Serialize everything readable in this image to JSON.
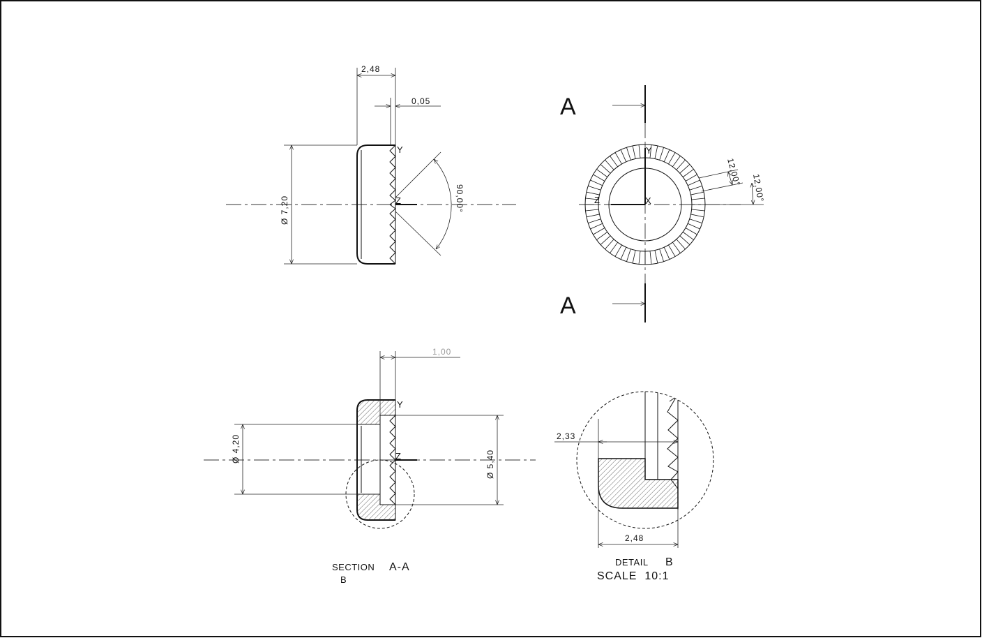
{
  "top_view": {
    "dim_width": "2,48",
    "dim_offset": "0,05",
    "dim_diameter": "Ø 7,20",
    "dim_angle": "90,00°",
    "axis_y": "Y",
    "axis_z": "Z"
  },
  "front_view": {
    "section_mark_top": "A",
    "section_mark_bottom": "A",
    "dim_angle_1": "12,00°",
    "dim_angle_2": "12,00°",
    "axis_y": "Y",
    "axis_z": "Z",
    "axis_x": "X"
  },
  "section_view": {
    "dim_depth": "1,00",
    "dim_inner_diameter": "Ø 4,20",
    "dim_outer_diameter": "Ø 5,40",
    "axis_y": "Y",
    "axis_z": "Z",
    "title_prefix": "SECTION",
    "title_name": "A-A",
    "detail_ref": "B"
  },
  "detail_view": {
    "dim_left": "2,33",
    "dim_bottom": "2,48",
    "title_prefix": "DETAIL",
    "title_name": "B",
    "scale_text": "SCALE  10:1"
  },
  "colors": {
    "frame": "#111111",
    "line": "#111111",
    "hatch": "#444444"
  }
}
